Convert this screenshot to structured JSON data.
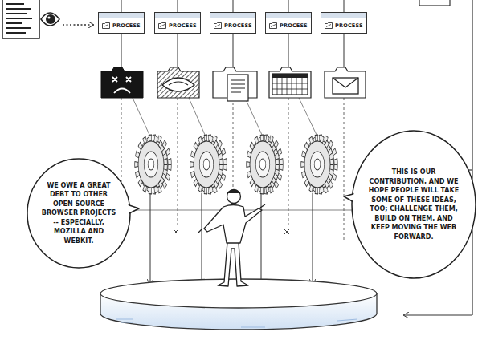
{
  "diagram": {
    "nodes": [
      {
        "text": [
          "PROCESS"
        ]
      },
      {
        "text": [
          "PROCESS"
        ]
      },
      {
        "text": [
          "PROCESS"
        ]
      },
      {
        "text": [
          "PROCESS"
        ]
      },
      {
        "text": [
          "PROCESS"
        ]
      },
      {
        "text": [
          "WE OWE A GREAT DEBT TO OTHER OPEN SOURCE BROWSER PROJECTS -- ESPECIALLY, MOZILLA AND WEBKIT."
        ]
      },
      {
        "text": [
          "THIS IS OUR CONTRIBUTION, AND WE HOPE PEOPLE WILL TAKE SOME OF THESE IDEAS, TOO; CHALLENGE THEM, BUILD ON THEM, AND KEEP MOVING THE WEB FORWARD."
        ]
      }
    ]
  }
}
